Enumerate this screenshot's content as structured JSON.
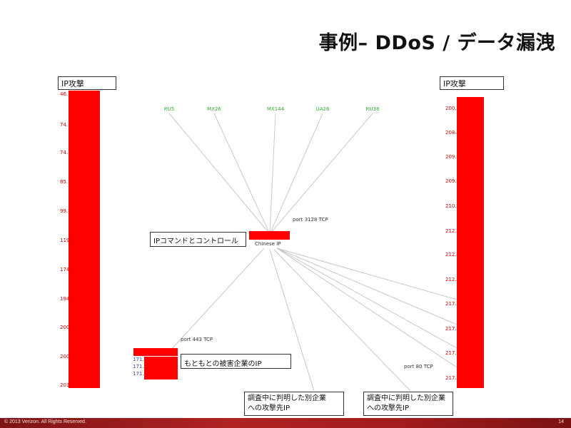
{
  "slide": {
    "title": "事例– DDoS / データ漏洩",
    "page_number": "14",
    "copyright": "© 2013 Verizon. All Rights Reserved."
  },
  "colors": {
    "bar_red": "#ff0000",
    "edge_gray": "#c8c8c8",
    "country_green": "#33aa33",
    "ip_red": "#cc0000",
    "ip_blue": "#3344aa"
  },
  "left_column": {
    "header": "IP攻撃",
    "ip_labels": [
      "46.",
      "74.",
      "74.",
      "85.",
      "99.",
      "119",
      "174",
      "194",
      "200",
      "200",
      "203"
    ]
  },
  "right_column": {
    "header": "IP攻撃",
    "ip_labels": [
      "200.",
      "208.",
      "209.",
      "209.",
      "210.",
      "212.",
      "212.",
      "212.",
      "217.",
      "217.",
      "217.",
      "217."
    ]
  },
  "countries": [
    "RU5",
    "MX26",
    "MX144",
    "UA26",
    "RU38"
  ],
  "hub": {
    "name": "Chinese IP",
    "port": "port 3128 TCP",
    "callout": "IPコマンドとコントロール"
  },
  "victim": {
    "port": "port 443 TCP",
    "ip_labels": [
      "171.",
      "171.",
      "171."
    ],
    "callout": "もともとの被害企業のIP"
  },
  "right_port": "port 80 TCP",
  "investigation_boxes": [
    {
      "line1": "調査中に判明した別企業",
      "line2": "への攻撃先IP"
    },
    {
      "line1": "調査中に判明した別企業",
      "line2": "への攻撃先IP"
    }
  ]
}
